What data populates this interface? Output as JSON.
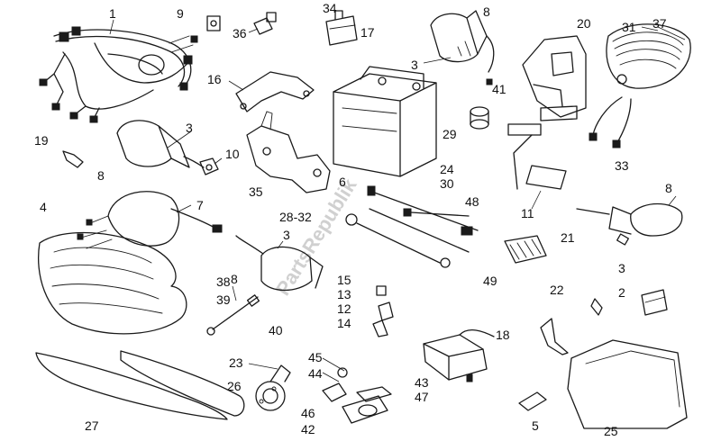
{
  "watermark": "PartsRepublik",
  "callouts": [
    {
      "id": "c1",
      "text": "1"
    },
    {
      "id": "c2",
      "text": "2"
    },
    {
      "id": "c3a",
      "text": "3"
    },
    {
      "id": "c3b",
      "text": "3"
    },
    {
      "id": "c3c",
      "text": "3"
    },
    {
      "id": "c3d",
      "text": "3"
    },
    {
      "id": "c4",
      "text": "4"
    },
    {
      "id": "c5",
      "text": "5"
    },
    {
      "id": "c6",
      "text": "6"
    },
    {
      "id": "c7",
      "text": "7"
    },
    {
      "id": "c8a",
      "text": "8"
    },
    {
      "id": "c8b",
      "text": "8"
    },
    {
      "id": "c8c",
      "text": "8"
    },
    {
      "id": "c8d",
      "text": "8"
    },
    {
      "id": "c9",
      "text": "9"
    },
    {
      "id": "c10",
      "text": "10"
    },
    {
      "id": "c11",
      "text": "11"
    },
    {
      "id": "c12",
      "text": "12"
    },
    {
      "id": "c13",
      "text": "13"
    },
    {
      "id": "c14",
      "text": "14"
    },
    {
      "id": "c15",
      "text": "15"
    },
    {
      "id": "c16",
      "text": "16"
    },
    {
      "id": "c17",
      "text": "17"
    },
    {
      "id": "c18",
      "text": "18"
    },
    {
      "id": "c19",
      "text": "19"
    },
    {
      "id": "c20",
      "text": "20"
    },
    {
      "id": "c21",
      "text": "21"
    },
    {
      "id": "c22",
      "text": "22"
    },
    {
      "id": "c23",
      "text": "23"
    },
    {
      "id": "c24",
      "text": "24"
    },
    {
      "id": "c25",
      "text": "25"
    },
    {
      "id": "c26",
      "text": "26"
    },
    {
      "id": "c27",
      "text": "27"
    },
    {
      "id": "c28",
      "text": "28-32"
    },
    {
      "id": "c29",
      "text": "29"
    },
    {
      "id": "c30",
      "text": "30"
    },
    {
      "id": "c31",
      "text": "31"
    },
    {
      "id": "c33",
      "text": "33"
    },
    {
      "id": "c34",
      "text": "34"
    },
    {
      "id": "c35",
      "text": "35"
    },
    {
      "id": "c36",
      "text": "36"
    },
    {
      "id": "c37",
      "text": "37"
    },
    {
      "id": "c38",
      "text": "38"
    },
    {
      "id": "c39",
      "text": "39"
    },
    {
      "id": "c40",
      "text": "40"
    },
    {
      "id": "c41",
      "text": "41"
    },
    {
      "id": "c42",
      "text": "42"
    },
    {
      "id": "c43",
      "text": "43"
    },
    {
      "id": "c44",
      "text": "44"
    },
    {
      "id": "c45",
      "text": "45"
    },
    {
      "id": "c46",
      "text": "46"
    },
    {
      "id": "c47",
      "text": "47"
    },
    {
      "id": "c48",
      "text": "48"
    },
    {
      "id": "c49",
      "text": "49"
    }
  ]
}
